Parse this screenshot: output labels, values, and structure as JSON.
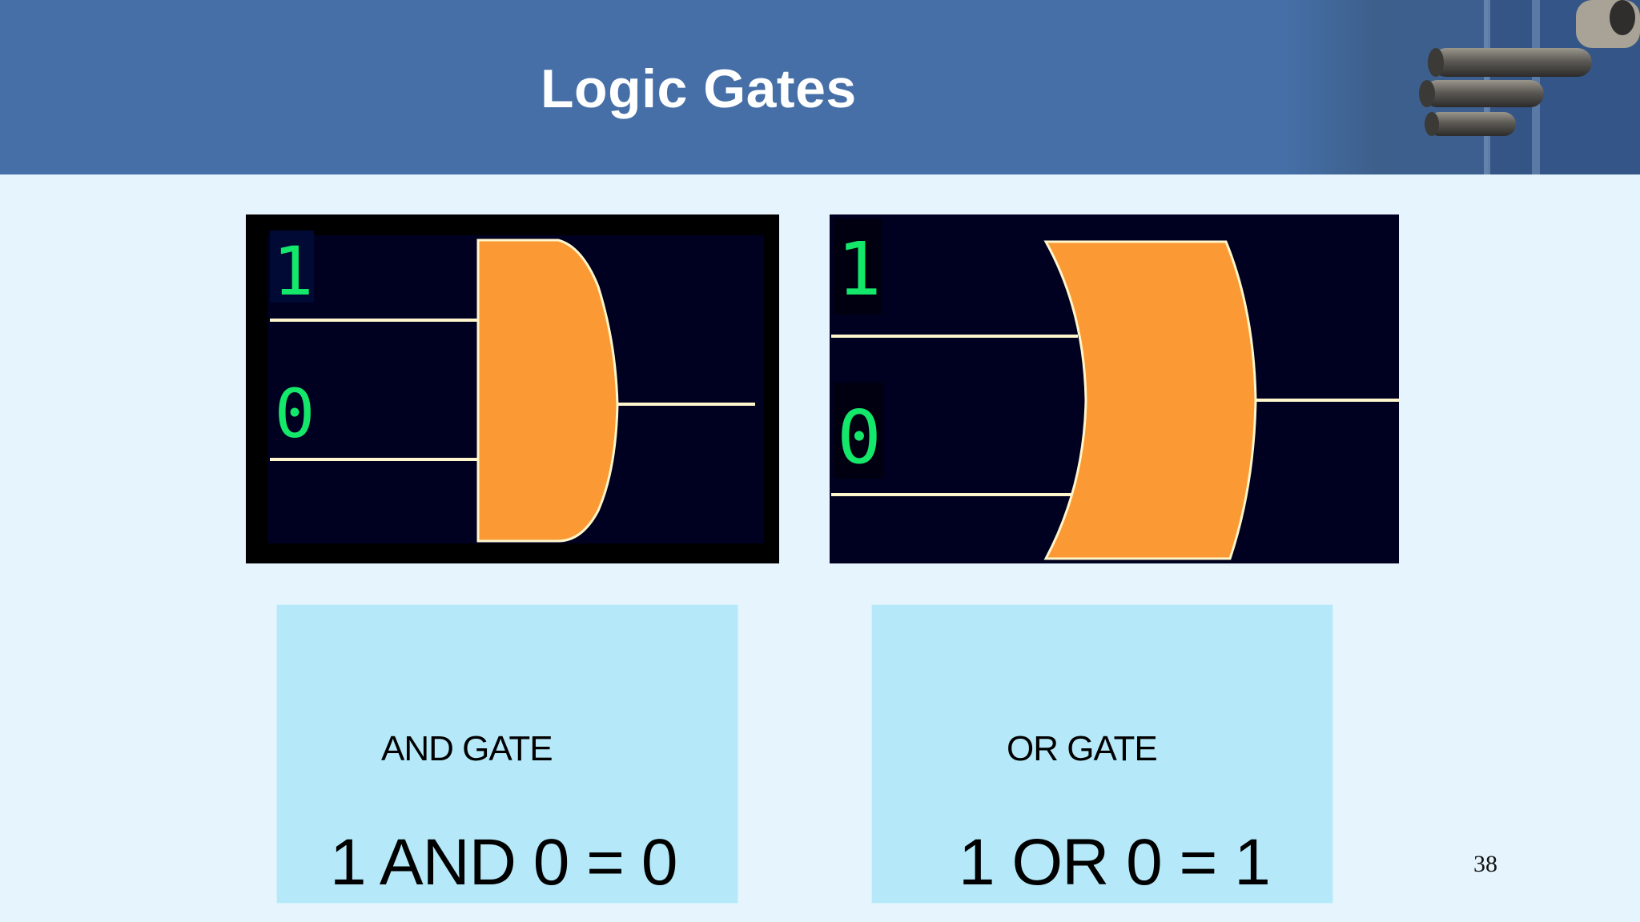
{
  "slide": {
    "title": "Logic Gates",
    "page_number": "38"
  },
  "and_gate": {
    "input_a": "1",
    "input_b": "0",
    "name": "AND GATE",
    "equation": "1 AND 0 = 0"
  },
  "or_gate": {
    "input_a": "1",
    "input_b": "0",
    "name": "OR GATE",
    "equation": "1 OR 0 = 1"
  },
  "colors": {
    "header": "#456fa6",
    "background": "#e6f4fd",
    "caption_box": "#b5e9f9",
    "gate_fill": "#fb9934",
    "diagram_bg": "#000020",
    "digit": "#14e86a",
    "wire": "#fff6cc"
  }
}
